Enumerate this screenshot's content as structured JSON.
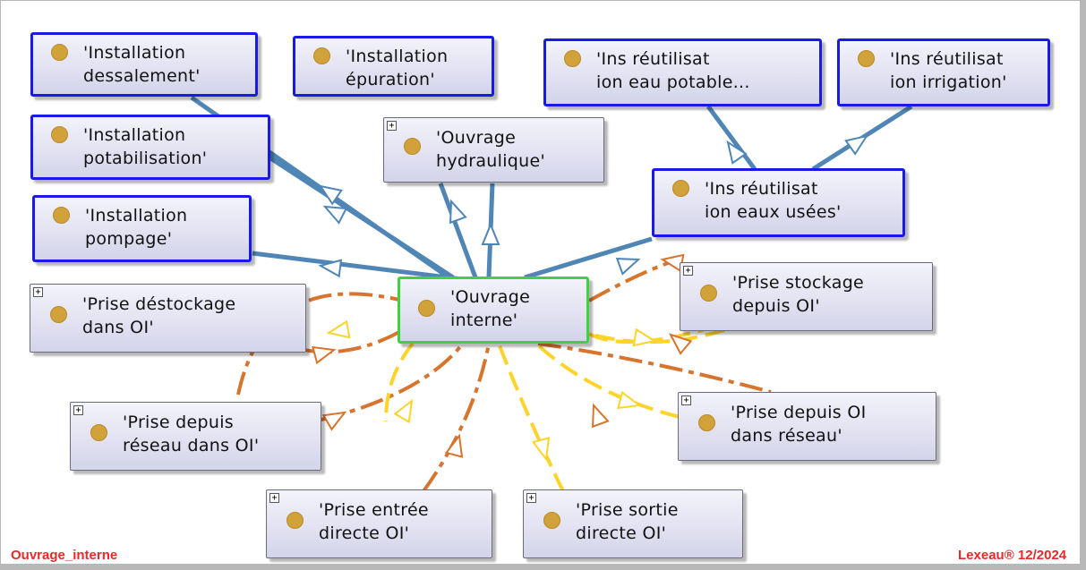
{
  "nodes": [
    {
      "id": "dessalement",
      "label": "'Installation\ndessalement'",
      "style": "blue",
      "expand": false
    },
    {
      "id": "epuration",
      "label": "'Installation\népuration'",
      "style": "blue",
      "expand": false
    },
    {
      "id": "reut_potable",
      "label": "'Ins réutilisat\nion eau potable...",
      "style": "blue",
      "expand": false
    },
    {
      "id": "reut_irrigation",
      "label": "'Ins réutilisat\nion irrigation'",
      "style": "blue",
      "expand": false
    },
    {
      "id": "potabilisation",
      "label": "'Installation\npotabilisation'",
      "style": "blue",
      "expand": false
    },
    {
      "id": "ouvrage_hydraulique",
      "label": "'Ouvrage\nhydraulique'",
      "style": "plain",
      "expand": true
    },
    {
      "id": "reut_eaux_usees",
      "label": "'Ins réutilisat\nion eaux usées'",
      "style": "blue",
      "expand": false
    },
    {
      "id": "pompage",
      "label": "'Installation\npompage'",
      "style": "blue",
      "expand": false
    },
    {
      "id": "prise_stockage",
      "label": "'Prise stockage\ndepuis OI'",
      "style": "plain",
      "expand": true
    },
    {
      "id": "prise_destockage",
      "label": "'Prise déstockage\ndans OI'",
      "style": "plain",
      "expand": true
    },
    {
      "id": "ouvrage_interne",
      "label": "'Ouvrage\ninterne'",
      "style": "green",
      "expand": false
    },
    {
      "id": "prise_oi_reseau",
      "label": "'Prise depuis OI\ndans réseau'",
      "style": "plain",
      "expand": true
    },
    {
      "id": "prise_reseau_oi",
      "label": "'Prise depuis\nréseau dans OI'",
      "style": "plain",
      "expand": true
    },
    {
      "id": "prise_entree",
      "label": "'Prise entrée\ndirecte OI'",
      "style": "plain",
      "expand": true
    },
    {
      "id": "prise_sortie",
      "label": "'Prise sortie\ndirecte OI'",
      "style": "plain",
      "expand": true
    }
  ],
  "edges": [
    {
      "from": "ouvrage_interne",
      "to": "dessalement",
      "kind": "subclass"
    },
    {
      "from": "ouvrage_interne",
      "to": "potabilisation",
      "kind": "subclass"
    },
    {
      "from": "ouvrage_interne",
      "to": "pompage",
      "kind": "subclass"
    },
    {
      "from": "ouvrage_interne",
      "to": "epuration",
      "kind": "subclass"
    },
    {
      "from": "ouvrage_interne",
      "to": "ouvrage_hydraulique",
      "kind": "subclass"
    },
    {
      "from": "ouvrage_interne",
      "to": "reut_eaux_usees",
      "kind": "subclass"
    },
    {
      "from": "reut_eaux_usees",
      "to": "reut_potable",
      "kind": "subclass"
    },
    {
      "from": "reut_eaux_usees",
      "to": "reut_irrigation",
      "kind": "subclass"
    },
    {
      "from": "prise_destockage",
      "to": "ouvrage_interne",
      "kind": "range"
    },
    {
      "from": "prise_stockage",
      "to": "ouvrage_interne",
      "kind": "domain"
    },
    {
      "from": "prise_oi_reseau",
      "to": "ouvrage_interne",
      "kind": "domain"
    },
    {
      "from": "prise_reseau_oi",
      "to": "ouvrage_interne",
      "kind": "range"
    },
    {
      "from": "prise_entree",
      "to": "ouvrage_interne",
      "kind": "range"
    },
    {
      "from": "prise_sortie",
      "to": "ouvrage_interne",
      "kind": "domain"
    }
  ],
  "footer": {
    "left": "Ouvrage_interne",
    "right": "Lexeau® 12/2024"
  },
  "colors": {
    "subclass_edge": "#4f86b6",
    "domain_edge": "#fed42a",
    "range_edge": "#d7742d",
    "selected_border": "#3fd23f",
    "class_border": "#1a1ae6",
    "footer": "#e82a2a",
    "dot": "#d1a23a"
  },
  "icons": {
    "class": "class-dot-icon",
    "expand": "expand-plus-icon"
  }
}
